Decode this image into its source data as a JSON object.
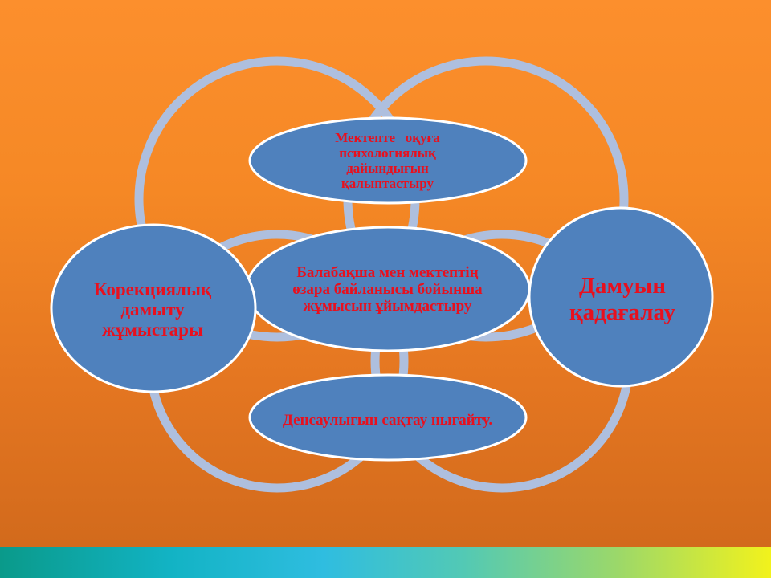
{
  "colors": {
    "background": "#f58825",
    "node_fill": "#4f81bd",
    "node_stroke": "#ffffff",
    "ring": "#aebfde",
    "text": "#e8101e"
  },
  "nodes": {
    "top": "Мектепте   оқуға психологиялық дайындығын қалыптастыру",
    "center": "Балабақша мен мектептің өзара байланысы бойынша жұмысын ұйымдастыру",
    "bottom": "Денсаулығын сақтау нығайту.",
    "left": "Корекциялық дамыту жұмыстары",
    "right": "Дамуын қадағалау"
  }
}
